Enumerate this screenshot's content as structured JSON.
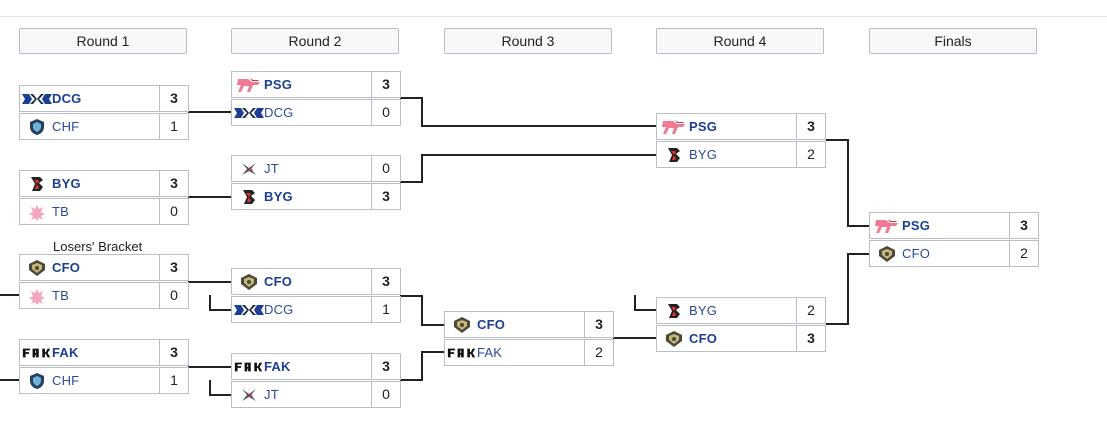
{
  "rounds": [
    "Round 1",
    "Round 2",
    "Round 3",
    "Round 4",
    "Finals"
  ],
  "losers_label": "Losers' Bracket",
  "matches": {
    "r1m1": [
      {
        "name": "DCG",
        "score": "3",
        "logo": "dcg-logo",
        "win": true
      },
      {
        "name": "CHF",
        "score": "1",
        "logo": "chf-logo",
        "win": false
      }
    ],
    "r1m2": [
      {
        "name": "BYG",
        "score": "3",
        "logo": "byg-logo",
        "win": true
      },
      {
        "name": "TB",
        "score": "0",
        "logo": "tb-logo",
        "win": false
      }
    ],
    "r1m3": [
      {
        "name": "CFO",
        "score": "3",
        "logo": "cfo-logo",
        "win": true
      },
      {
        "name": "TB",
        "score": "0",
        "logo": "tb-logo",
        "win": false
      }
    ],
    "r1m4": [
      {
        "name": "FAK",
        "score": "3",
        "logo": "fak-logo",
        "win": true
      },
      {
        "name": "CHF",
        "score": "1",
        "logo": "chf-logo",
        "win": false
      }
    ],
    "r2m1": [
      {
        "name": "PSG",
        "score": "3",
        "logo": "psg-logo",
        "win": true
      },
      {
        "name": "DCG",
        "score": "0",
        "logo": "dcg-logo",
        "win": false
      }
    ],
    "r2m2": [
      {
        "name": "JT",
        "score": "0",
        "logo": "jt-logo",
        "win": false
      },
      {
        "name": "BYG",
        "score": "3",
        "logo": "byg-logo",
        "win": true
      }
    ],
    "r2m3": [
      {
        "name": "CFO",
        "score": "3",
        "logo": "cfo-logo",
        "win": true
      },
      {
        "name": "DCG",
        "score": "1",
        "logo": "dcg-logo",
        "win": false
      }
    ],
    "r2m4": [
      {
        "name": "FAK",
        "score": "3",
        "logo": "fak-logo",
        "win": true
      },
      {
        "name": "JT",
        "score": "0",
        "logo": "jt-logo",
        "win": false
      }
    ],
    "r3m1": [
      {
        "name": "CFO",
        "score": "3",
        "logo": "cfo-logo",
        "win": true
      },
      {
        "name": "FAK",
        "score": "2",
        "logo": "fak-logo",
        "win": false
      }
    ],
    "r4m1": [
      {
        "name": "PSG",
        "score": "3",
        "logo": "psg-logo",
        "win": true
      },
      {
        "name": "BYG",
        "score": "2",
        "logo": "byg-logo",
        "win": false
      }
    ],
    "r4m2": [
      {
        "name": "BYG",
        "score": "2",
        "logo": "byg-logo",
        "win": false
      },
      {
        "name": "CFO",
        "score": "3",
        "logo": "cfo-logo",
        "win": true
      }
    ],
    "final": [
      {
        "name": "PSG",
        "score": "3",
        "logo": "psg-logo",
        "win": true
      },
      {
        "name": "CFO",
        "score": "2",
        "logo": "cfo-logo",
        "win": false
      }
    ]
  },
  "colors": {
    "accent": "#1c3f94",
    "border": "#b9bec6",
    "header_bg": "#f7f8fa"
  }
}
